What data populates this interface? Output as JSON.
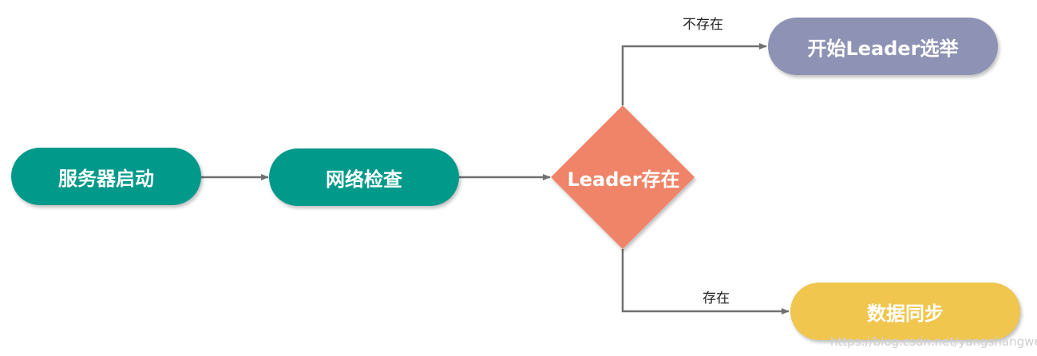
{
  "nodes": {
    "start": {
      "label": "服务器启动",
      "color": "#00998A"
    },
    "network_check": {
      "label": "网络检查",
      "color": "#00998A"
    },
    "leader_exists": {
      "label": "Leader存在",
      "color": "#EF8467"
    },
    "start_election": {
      "label": "开始Leader选举",
      "color": "#8E92B4"
    },
    "data_sync": {
      "label": "数据同步",
      "color": "#F0C64E"
    }
  },
  "edges": {
    "not_exists_label": "不存在",
    "exists_label": "存在",
    "color": "#707070"
  },
  "watermark": "https://blog.csdn.net/yangshangwei"
}
